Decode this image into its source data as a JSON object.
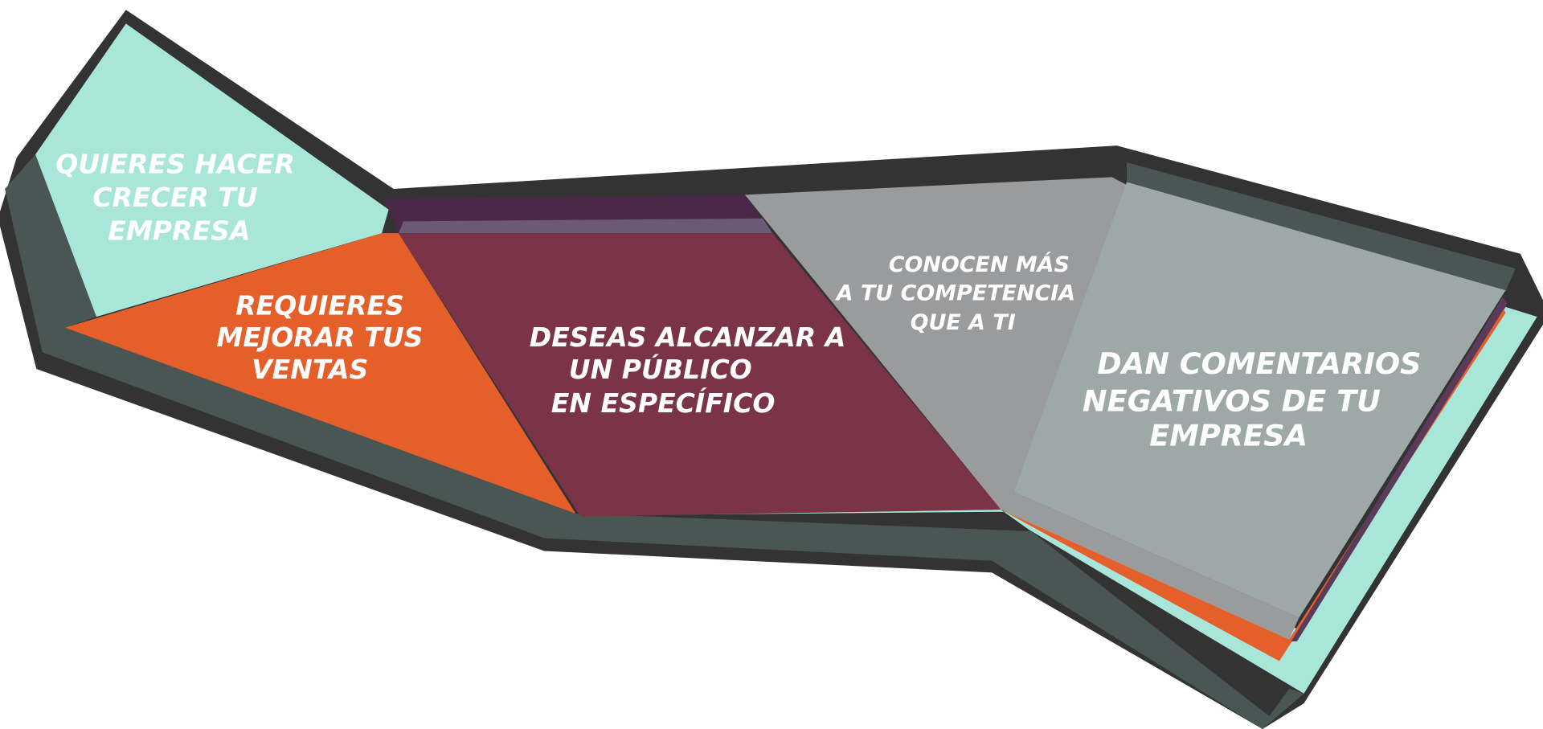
{
  "colors": {
    "frame": "#333333",
    "inner": "#4a5653",
    "teal": "#a8e6d9",
    "orange": "#e55f2b",
    "purple_dark": "#4a2847",
    "purple_light": "#6b5a77",
    "maroon": "#7a3347",
    "gray": "#9a9b9d",
    "gray_green": "#9ea8a6"
  },
  "panels": [
    {
      "id": "grow",
      "lines": [
        "QUIERES HACER",
        "CRECER TU",
        "EMPRESA"
      ]
    },
    {
      "id": "sales",
      "lines": [
        "REQUIERES",
        "MEJORAR TUS",
        "VENTAS"
      ]
    },
    {
      "id": "audience",
      "lines": [
        "DESEAS ALCANZAR A",
        "UN PÚBLICO",
        "EN ESPECÍFICO"
      ]
    },
    {
      "id": "competition",
      "lines": [
        "CONOCEN MÁS",
        "A TU COMPETENCIA",
        "QUE A TI"
      ]
    },
    {
      "id": "comments",
      "lines": [
        "DAN COMENTARIOS",
        "NEGATIVOS DE TU",
        "EMPRESA"
      ]
    }
  ]
}
